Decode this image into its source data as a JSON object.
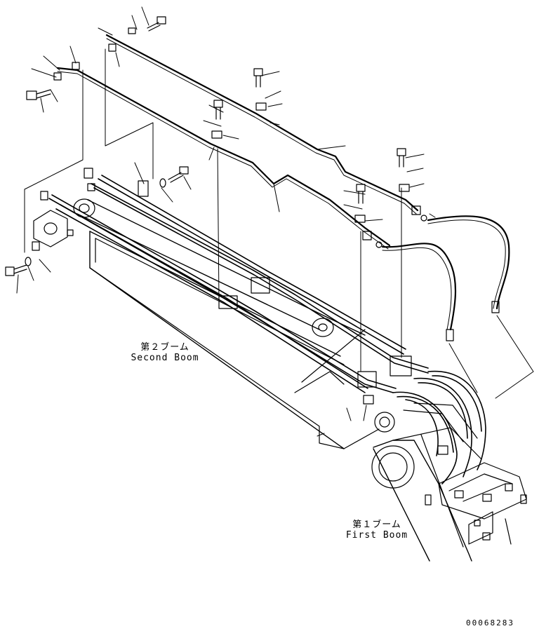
{
  "labels": {
    "second_boom_jp": "第２ブーム",
    "second_boom_en": "Second Boom",
    "first_boom_jp": "第１ブーム",
    "first_boom_en": "First Boom"
  },
  "drawing_number": "00068283"
}
